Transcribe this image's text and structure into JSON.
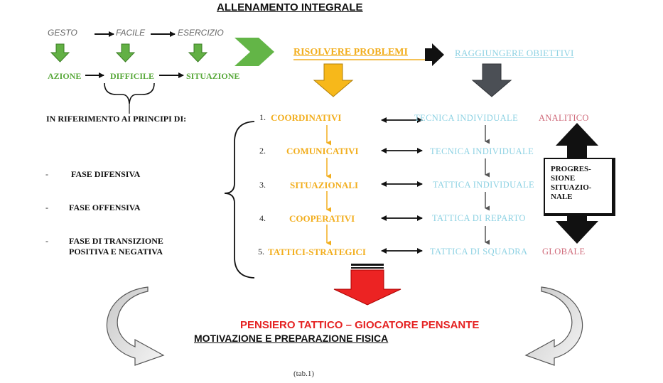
{
  "title": "ALLENAMENTO INTEGRALE",
  "top_chain": {
    "gesto": "GESTO",
    "facile": "FACILE",
    "esercizio": "ESERCIZIO"
  },
  "green_chain": {
    "azione": "AZIONE",
    "difficile": "DIFFICILE",
    "situazione": "SITUAZIONE"
  },
  "left_section": {
    "heading": "IN RIFERIMENTO AI PRINCIPI DI:",
    "bullets": [
      {
        "dash": "-",
        "text": "FASE DIFENSIVA"
      },
      {
        "dash": "-",
        "text": "FASE OFFENSIVA"
      },
      {
        "dash": "-",
        "line1": "FASE DI TRANSIZIONE",
        "line2": "POSITIVA E NEGATIVA"
      }
    ]
  },
  "heads": {
    "risolvere": "RISOLVERE PROBLEMI",
    "raggiungere": "RAGGIUNGERE OBIETTIVI"
  },
  "principles": [
    {
      "num": "1.",
      "label": "COORDINATIVI",
      "right": "TECNICA INDIVIDUALE"
    },
    {
      "num": "2.",
      "label": "COMUNICATIVI",
      "right": "TECNICA INDIVIDUALE"
    },
    {
      "num": "3.",
      "label": "SITUAZIONALI",
      "right": "TATTICA INDIVIDUALE"
    },
    {
      "num": "4.",
      "label": "COOPERATIVI",
      "right": "TATTICA DI REPARTO"
    },
    {
      "num": "5.",
      "label": "TATTICI-STRATEGICI",
      "right": "TATTICA DI SQUADRA"
    }
  ],
  "analitico": "ANALITICO",
  "globale": "GLOBALE",
  "progressione": "PROGRES-\nSIONE\nSITUAZIO-\nNALE",
  "bottom": {
    "pensiero": "PENSIERO TATTICO – GIOCATORE PENSANTE",
    "motivazione": "MOTIVAZIONE E PREPARAZIONE FISICA",
    "note": "(tab.1)"
  },
  "colors": {
    "green": "#58a83a",
    "orange": "#f2ae1e",
    "cyan": "#8ed2e3",
    "pink": "#cf6a7a",
    "red": "#e52222",
    "dark_gray": "#4b4f55"
  }
}
